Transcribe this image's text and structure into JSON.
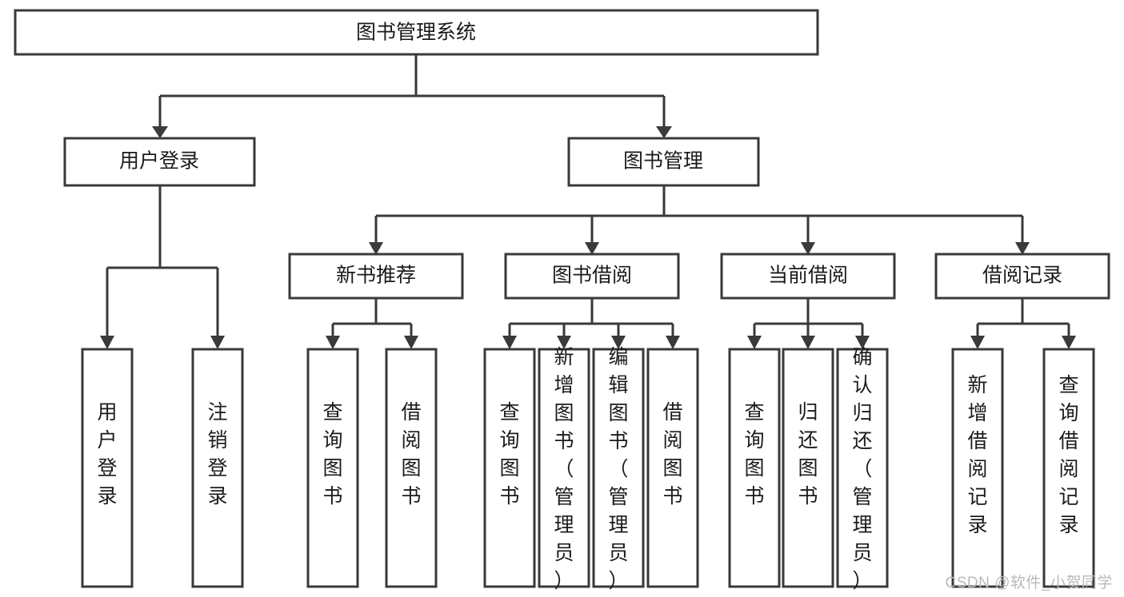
{
  "diagram": {
    "title": "图书管理系统",
    "watermark": "CSDN @软件_小贺同学",
    "accent_color": "#3a3a3a",
    "text_color": "#1b1b1b",
    "background_color": "#ffffff",
    "nodes": {
      "root": "图书管理系统",
      "level2": {
        "user_login": "用户登录",
        "book_manage": "图书管理"
      },
      "level3": {
        "new_book_rec": "新书推荐",
        "book_borrow": "图书借阅",
        "current_borrow": "当前借阅",
        "borrow_record": "借阅记录"
      },
      "leaves": {
        "user_login_1": "用户登录",
        "user_login_2": "注销登录",
        "new_book_rec_1": "查询图书",
        "new_book_rec_2": "借阅图书",
        "book_borrow_1": "查询图书",
        "book_borrow_2": "新增图书（管理员）",
        "book_borrow_3": "编辑图书（管理员）",
        "book_borrow_4": "借阅图书",
        "current_borrow_1": "查询图书",
        "current_borrow_2": "归还图书",
        "current_borrow_3": "确认归还（管理员）",
        "borrow_record_1": "新增借阅记录",
        "borrow_record_2": "查询借阅记录"
      }
    }
  }
}
